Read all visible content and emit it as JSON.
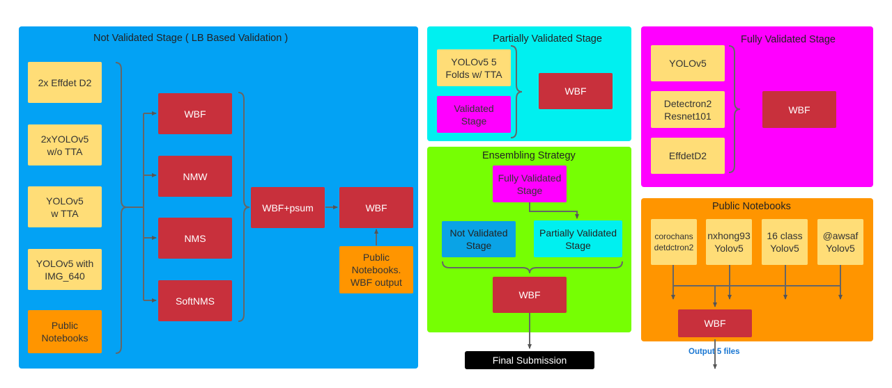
{
  "colors": {
    "not_validated_bg": "#03a2f4",
    "partial_bg": "#00f0f0",
    "full_bg": "#ff00ff",
    "ensembling_bg": "#76ff03",
    "public_bg": "#ff9500",
    "model_box": "#ffdd77",
    "fusion_box": "#c8303c",
    "final_box": "#000000",
    "output_text": "#1976d2"
  },
  "not_validated": {
    "title": "Not Validated Stage ( LB Based Validation )",
    "models": [
      "2x Effdet D2",
      "2xYOLOv5\nw/o TTA",
      "YOLOv5\nw TTA",
      "YOLOv5 with\nIMG_640"
    ],
    "public": "Public\nNotebooks",
    "methods": [
      "WBF",
      "NMW",
      "NMS",
      "SoftNMS"
    ],
    "combine": "WBF+psum",
    "final": "WBF",
    "public_output": "Public\nNotebooks.\nWBF output"
  },
  "partial": {
    "title": "Partially Validated Stage",
    "model": "YOLOv5 5\nFolds w/ TTA",
    "validated": "Validated\nStage",
    "wbf": "WBF"
  },
  "full": {
    "title": "Fully Validated Stage",
    "models": [
      "YOLOv5",
      "Detectron2\nResnet101",
      "EffdetD2"
    ],
    "wbf": "WBF"
  },
  "ensembling": {
    "title": "Ensembling Strategy",
    "fully": "Fully Validated\nStage",
    "not_validated": "Not Validated\nStage",
    "partial": "Partially Validated\nStage",
    "wbf": "WBF",
    "final": "Final Submission"
  },
  "public_notebooks": {
    "title": "Public Notebooks",
    "items": [
      "corochans\ndetdctron2",
      "nxhong93\nYolov5",
      "16 class\nYolov5",
      "@awsaf\nYolov5"
    ],
    "wbf": "WBF",
    "output": "Output 5 files"
  }
}
